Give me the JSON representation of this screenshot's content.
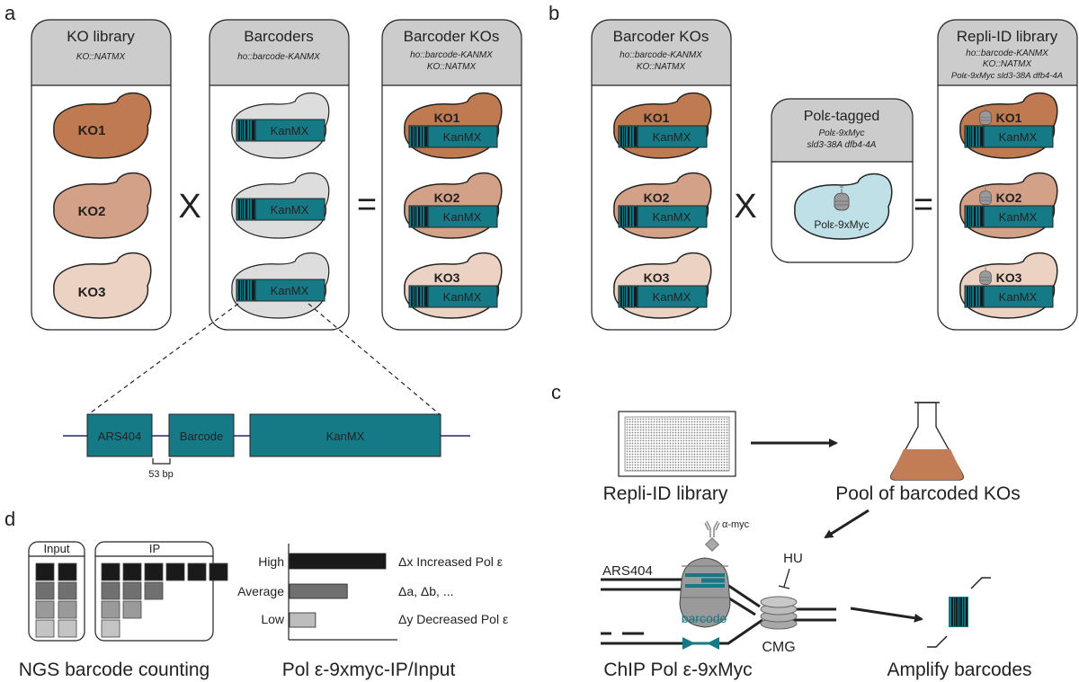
{
  "panels": {
    "a": "a",
    "b": "b",
    "c": "c",
    "d": "d"
  },
  "a": {
    "ko_library": {
      "title": "KO library",
      "sub1": "KO::NATMX",
      "yeasts": [
        "KO1",
        "KO2",
        "KO3"
      ]
    },
    "cross": "X",
    "barcoders": {
      "title": "Barcoders",
      "sub1": "ho::barcode-KANMX",
      "cassette": "KanMX"
    },
    "equals": "=",
    "barcoder_kos": {
      "title": "Barcoder KOs",
      "sub1": "ho::barcode-KANMX",
      "sub2": "KO::NATMX",
      "yeasts": [
        "KO1",
        "KO2",
        "KO3"
      ],
      "cassette": "KanMX"
    },
    "construct": {
      "ars": "ARS404",
      "barcode": "Barcode",
      "kanmx": "KanMX",
      "gap": "53 bp"
    }
  },
  "b": {
    "barcoder_kos": {
      "title": "Barcoder KOs",
      "sub1": "ho::barcode-KANMX",
      "sub2": "KO::NATMX",
      "yeasts": [
        "KO1",
        "KO2",
        "KO3"
      ],
      "cassette": "KanMX"
    },
    "cross": "X",
    "pol_tagged": {
      "title": "Polε-tagged",
      "sub1": "Polε-9xMyc",
      "sub2": "sld3-38A dfb4-4A",
      "cell_label": "Polε-9xMyc"
    },
    "equals": "=",
    "repli_library": {
      "title": "Repli-ID library",
      "sub1": "ho::barcode-KANMX",
      "sub2": "KO::NATMX",
      "sub3": "Polε-9xMyc sld3-38A dfb4-4A",
      "yeasts": [
        "KO1",
        "KO2",
        "KO3"
      ],
      "cassette": "KanMX"
    }
  },
  "c": {
    "plate_label": "Repli-ID library",
    "flask_label": "Pool of barcoded KOs",
    "antibody": "α-myc",
    "ars": "ARS404",
    "hu": "HU",
    "barcode": "barcode",
    "cmg": "CMG",
    "chip_label": "ChIP Pol ε-9xMyc",
    "amplify_label": "Amplify barcodes"
  },
  "d": {
    "input_label": "Input",
    "ip_label": "IP",
    "counting_label": "NGS barcode counting",
    "ratio_label": "Pol ε-9xmyc-IP/Input",
    "levels": [
      "High",
      "Average",
      "Low"
    ],
    "outcomes": [
      "Δx Increased Pol ε",
      "Δa, Δb, ...",
      "Δy Decreased Pol ε"
    ],
    "bar_values": [
      1.0,
      0.6,
      0.27
    ],
    "bar_colors": [
      "#1a1a1a",
      "#707070",
      "#bdbdbd"
    ]
  },
  "colors": {
    "ko1": "#c07a52",
    "ko2": "#d3a188",
    "ko3": "#ecd2c3",
    "teal": "#167a86",
    "pol_cell": "#bfe0e6",
    "gray_cell": "#dddddd",
    "header": "#cccccc"
  }
}
